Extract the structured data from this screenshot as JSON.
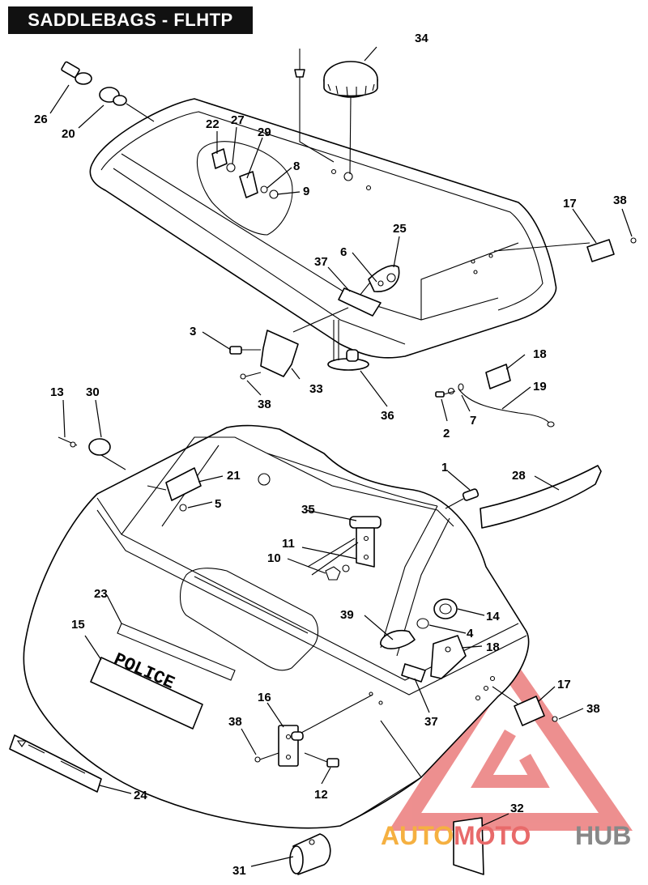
{
  "title": "SADDLEBAGS - FLHTP",
  "decal_text": "POLICE",
  "watermark": {
    "part1": "AUTO",
    "part2": "MOTO",
    "part3": "HUB",
    "colors": {
      "orange": "#f5b041",
      "red": "#e86a6a",
      "gray": "#888888"
    }
  },
  "callouts": [
    "1",
    "2",
    "3",
    "4",
    "5",
    "6",
    "7",
    "8",
    "9",
    "10",
    "11",
    "12",
    "13",
    "14",
    "15",
    "16",
    "17",
    "17",
    "18",
    "18",
    "19",
    "20",
    "21",
    "22",
    "23",
    "24",
    "25",
    "26",
    "27",
    "28",
    "29",
    "30",
    "31",
    "32",
    "33",
    "34",
    "35",
    "36",
    "37",
    "37",
    "38",
    "38",
    "38",
    "38",
    "39"
  ]
}
